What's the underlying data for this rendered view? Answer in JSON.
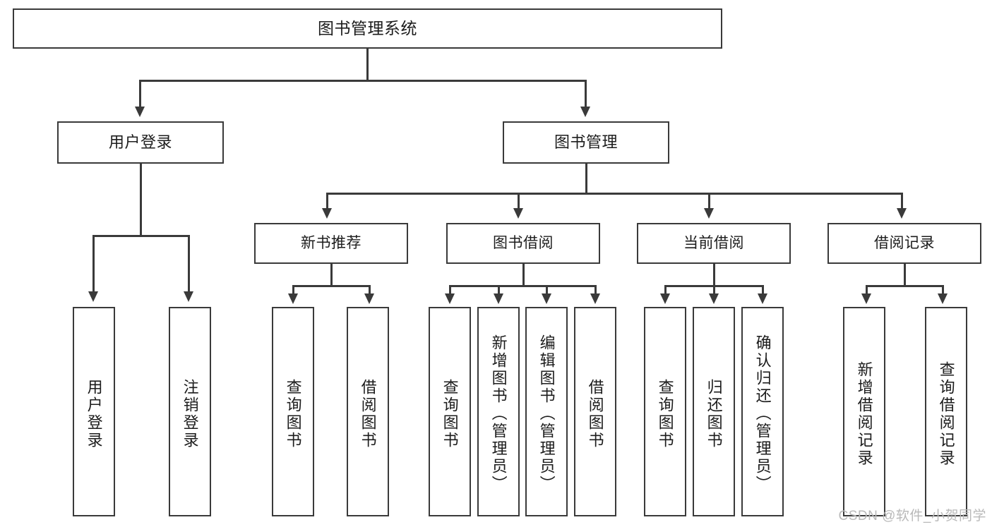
{
  "diagram": {
    "type": "tree-hierarchy",
    "title": "图书管理系统",
    "root": {
      "label": "图书管理系统"
    },
    "level1": [
      {
        "label": "用户登录"
      },
      {
        "label": "图书管理"
      }
    ],
    "level2": [
      {
        "label": "新书推荐"
      },
      {
        "label": "图书借阅"
      },
      {
        "label": "当前借阅"
      },
      {
        "label": "借阅记录"
      }
    ],
    "leaves": {
      "user_login": [
        {
          "label": "用户登录"
        },
        {
          "label": "注销登录"
        }
      ],
      "new_book_recommend": [
        {
          "label": "查询图书"
        },
        {
          "label": "借阅图书"
        }
      ],
      "book_borrow": [
        {
          "label": "查询图书"
        },
        {
          "label": "新增图书（管理员）"
        },
        {
          "label": "编辑图书（管理员）"
        },
        {
          "label": "借阅图书"
        }
      ],
      "current_borrow": [
        {
          "label": "查询图书"
        },
        {
          "label": "归还图书"
        },
        {
          "label": "确认归还（管理员）"
        }
      ],
      "borrow_record": [
        {
          "label": "新增借阅记录"
        },
        {
          "label": "查询借阅记录"
        }
      ]
    }
  },
  "watermark": {
    "text": "CSDN @软件_小贺同学"
  },
  "colors": {
    "stroke": "#3a3a3a",
    "fill": "#ffffff",
    "text": "#1c1c1c",
    "watermark": "#b9b9b9"
  }
}
